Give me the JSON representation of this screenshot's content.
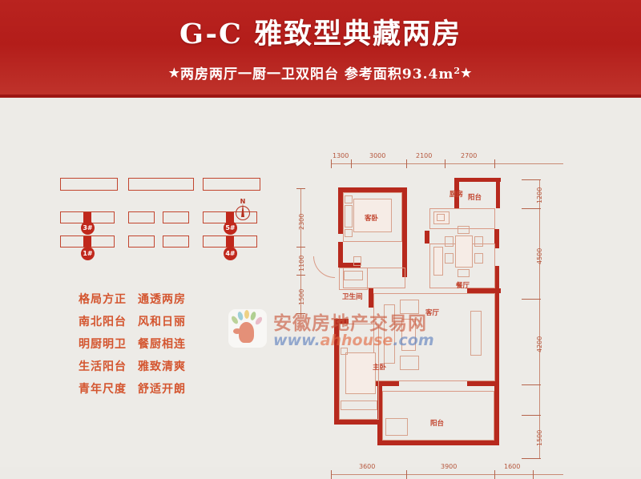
{
  "header": {
    "title": "G-C 雅致型典藏两房",
    "subtitle_star_left": "★",
    "subtitle_main": "两房两厅一厨一卫双阳台  参考面积93.4m",
    "subtitle_sup": "2",
    "subtitle_star_right": "★",
    "bg_color": "#b31d1a",
    "text_color": "#ffffff"
  },
  "siteplan": {
    "markers": [
      {
        "label": "3#"
      },
      {
        "label": "5#"
      },
      {
        "label": "1#"
      },
      {
        "label": "4#"
      }
    ],
    "compass_label": "N",
    "outline_color": "#c2452f",
    "marker_color": "#c0281c"
  },
  "features": {
    "color": "#d4552f",
    "rows": [
      {
        "left": "格局方正",
        "right": "通透两房"
      },
      {
        "left": "南北阳台",
        "right": "风和日丽"
      },
      {
        "left": "明厨明卫",
        "right": "餐厨相连"
      },
      {
        "left": "生活阳台",
        "right": "雅致清爽"
      },
      {
        "left": "青年尺度",
        "right": "舒适开朗"
      }
    ]
  },
  "plan": {
    "wall_color": "#b7291d",
    "dim_color": "#b5563c",
    "rooms": [
      {
        "name": "客卧",
        "id": "guest-bedroom"
      },
      {
        "name": "厨房",
        "id": "kitchen"
      },
      {
        "name": "阳台",
        "id": "balcony-north"
      },
      {
        "name": "餐厅",
        "id": "dining-room"
      },
      {
        "name": "卫生间",
        "id": "bathroom"
      },
      {
        "name": "客厅",
        "id": "living-room"
      },
      {
        "name": "主卧",
        "id": "master-bedroom"
      },
      {
        "name": "阳台",
        "id": "balcony-south"
      }
    ],
    "dimensions": {
      "top": [
        "1300",
        "3000",
        "2100",
        "2700"
      ],
      "bottom": [
        "3600",
        "3900",
        "1600"
      ],
      "left": [
        "2300",
        "1100",
        "1500"
      ],
      "right": [
        "1200",
        "4500",
        "4200",
        "1500"
      ]
    }
  },
  "watermark": {
    "site_name": "安徽房地产交易网",
    "url_prefix": "www.",
    "url_main": "ahhouse",
    "url_suffix": ".com"
  }
}
